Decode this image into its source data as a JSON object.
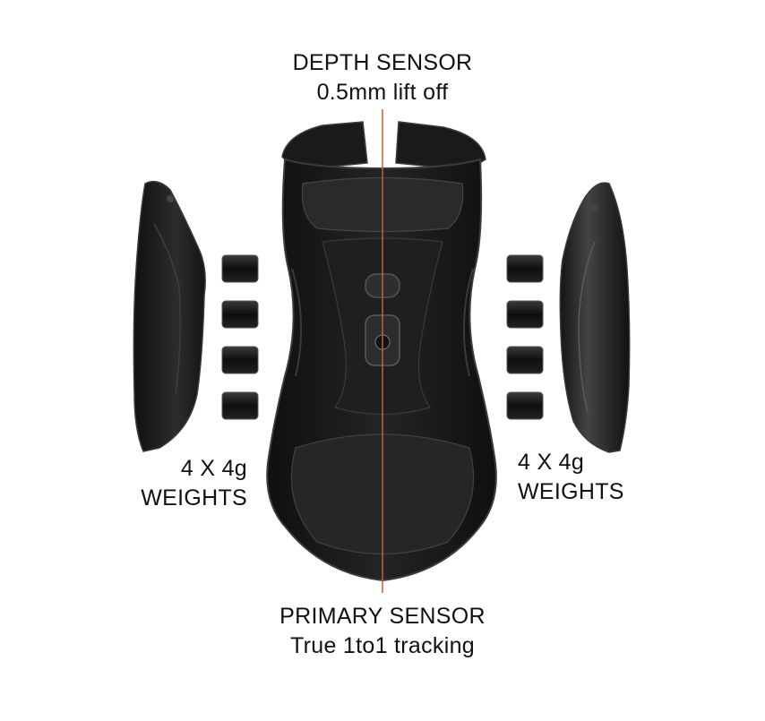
{
  "labels": {
    "top": {
      "line1": "DEPTH SENSOR",
      "line2": "0.5mm lift off"
    },
    "bottom": {
      "line1": "PRIMARY SENSOR",
      "line2": "True 1to1 tracking"
    },
    "left": {
      "line1": "4 X 4g",
      "line2": "WEIGHTS"
    },
    "right": {
      "line1": "4 X 4g",
      "line2": "WEIGHTS"
    }
  },
  "colors": {
    "background": "#ffffff",
    "mouse_body": "#1b1b1b",
    "mouse_edge": "#3a3a3a",
    "accent_line": "#c0622f",
    "text": "#111111"
  }
}
